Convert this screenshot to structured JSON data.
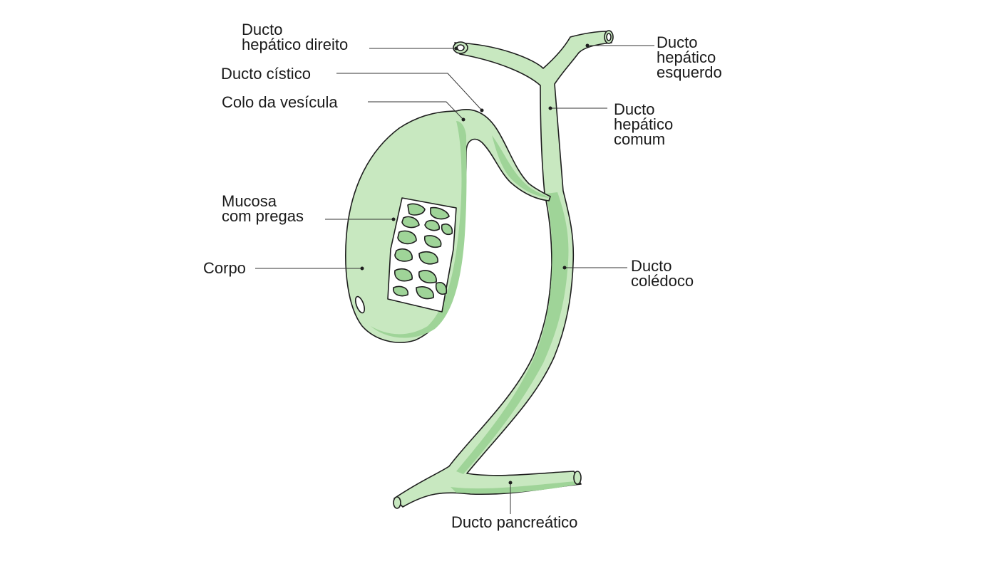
{
  "labels": {
    "right_hepatic_duct": [
      "Ducto",
      "hepático direito"
    ],
    "cystic_duct": "Ducto cístico",
    "gallbladder_neck": "Colo da vesícula",
    "mucosa": [
      "Mucosa",
      "com pregas"
    ],
    "body": "Corpo",
    "left_hepatic_duct": [
      "Ducto",
      "hepático",
      "esquerdo"
    ],
    "common_hepatic_duct": [
      "Ducto",
      "hepático",
      "comum"
    ],
    "common_bile_duct": [
      "Ducto",
      "colédoco"
    ],
    "pancreatic_duct": "Ducto pancreático"
  },
  "colors": {
    "fill": "#c8e8c0",
    "shadow": "#9fd498",
    "outline": "#1e1e1e",
    "leader": "#333333",
    "mucosa_lumen": "#ffffff"
  }
}
